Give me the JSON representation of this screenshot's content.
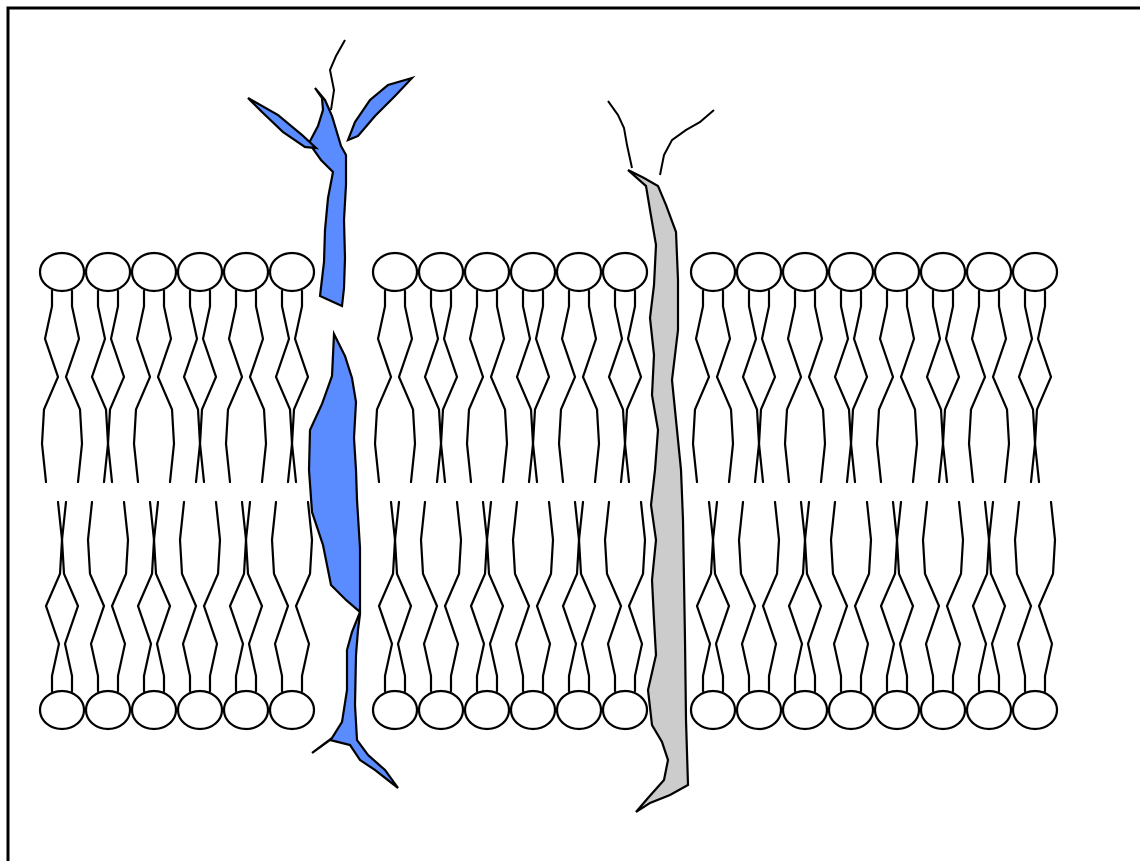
{
  "diagram": {
    "bilayer": {
      "lipid_groups": [
        6,
        6,
        8
      ]
    },
    "proteins": [
      {
        "kind": "integral-protein-glycosylated",
        "color": "#5b8cff"
      },
      {
        "kind": "integral-protein",
        "color": "#cccccc"
      }
    ],
    "colors": {
      "background": "#ffffff",
      "outline": "#000000"
    }
  }
}
